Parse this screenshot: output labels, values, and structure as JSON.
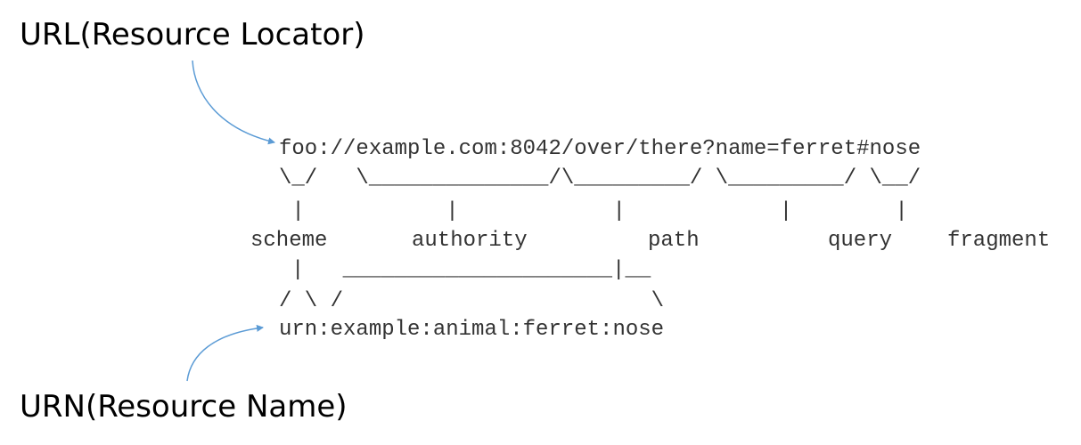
{
  "url_label": "URL(Resource Locator)",
  "urn_label": "URN(Resource Name)",
  "diagram": {
    "url_example": "foo://example.com:8042/over/there?name=ferret#nose",
    "url_brackets": "\\_/   \\______________/\\_________/ \\_________/ \\__/",
    "url_ticks": " |           |            |            |        |",
    "components": [
      "scheme",
      "authority",
      "path",
      "query",
      "fragment"
    ],
    "urn_connector_top": "|   _____________________|__",
    "urn_connector_bottom": "/ \\ /                        \\",
    "urn_example": "urn:example:animal:ferret:nose"
  },
  "colors": {
    "arrow": "#5b9bd5",
    "label": "#000000",
    "mono": "#333333"
  }
}
